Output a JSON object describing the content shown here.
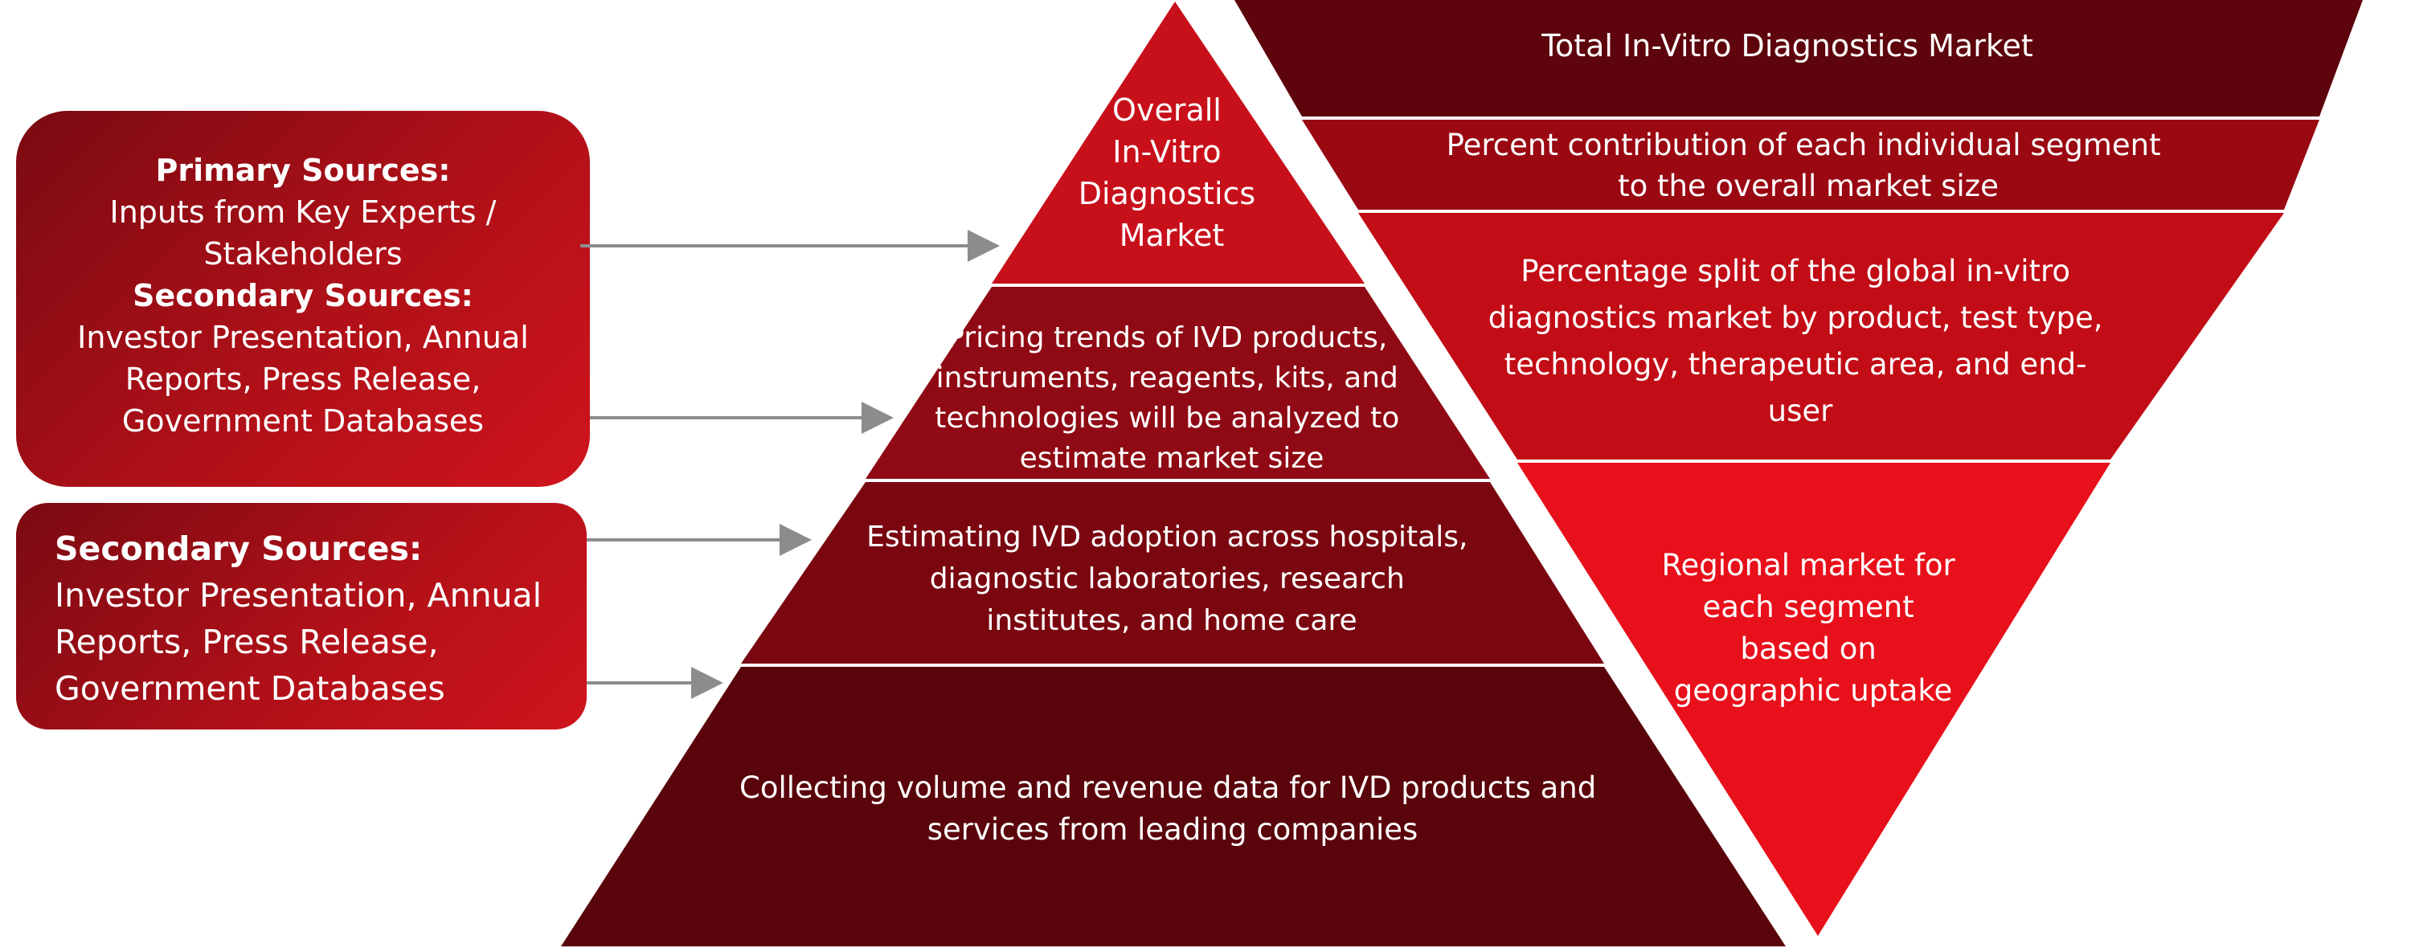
{
  "sources_primary": {
    "heading_primary": "Primary Sources:",
    "primary_lines": [
      "Inputs from Key Experts /",
      "Stakeholders"
    ],
    "heading_secondary": "Secondary Sources:",
    "secondary_lines": [
      "Investor Presentation, Annual",
      "Reports, Press Release,",
      "Government Databases"
    ]
  },
  "sources_secondary": {
    "heading": "Secondary Sources:",
    "lines": [
      "Investor Presentation, Annual",
      "Reports, Press Release,",
      "Government Databases"
    ]
  },
  "pyramid": {
    "levels": [
      {
        "lines": [
          "Overall",
          "In-Vitro",
          "Diagnostics",
          "Market"
        ]
      },
      {
        "lines": [
          "Pricing trends of IVD products,",
          "instruments, reagents, kits, and",
          "technologies will be analyzed to",
          "estimate market size"
        ]
      },
      {
        "lines": [
          "Estimating IVD adoption across hospitals,",
          "diagnostic laboratories, research",
          "institutes, and home care"
        ]
      },
      {
        "lines": [
          "Collecting volume and revenue data for IVD products and",
          "services from leading companies"
        ]
      }
    ]
  },
  "funnel": {
    "levels": [
      {
        "lines": [
          "Total In-Vitro Diagnostics Market"
        ]
      },
      {
        "lines": [
          "Percent contribution of each individual segment",
          "to the overall market size"
        ]
      },
      {
        "lines": [
          "Percentage split of the global in-vitro",
          "diagnostics market by product, test type,",
          "technology, therapeutic area, and end-",
          "user"
        ]
      },
      {
        "lines": [
          "Regional market for",
          "each segment",
          "based on",
          "geographic uptake"
        ]
      }
    ]
  },
  "colors": {
    "pyramid_top": "#c8101b",
    "pyramid_mid1": "#8f0a14",
    "pyramid_mid2": "#7a0710",
    "pyramid_base": "#5a040b",
    "funnel_top": "#5e040c",
    "funnel_mid1": "#9a0812",
    "funnel_mid2": "#c20c16",
    "funnel_tip": "#e8101a",
    "arrow": "#8c8c8c"
  }
}
